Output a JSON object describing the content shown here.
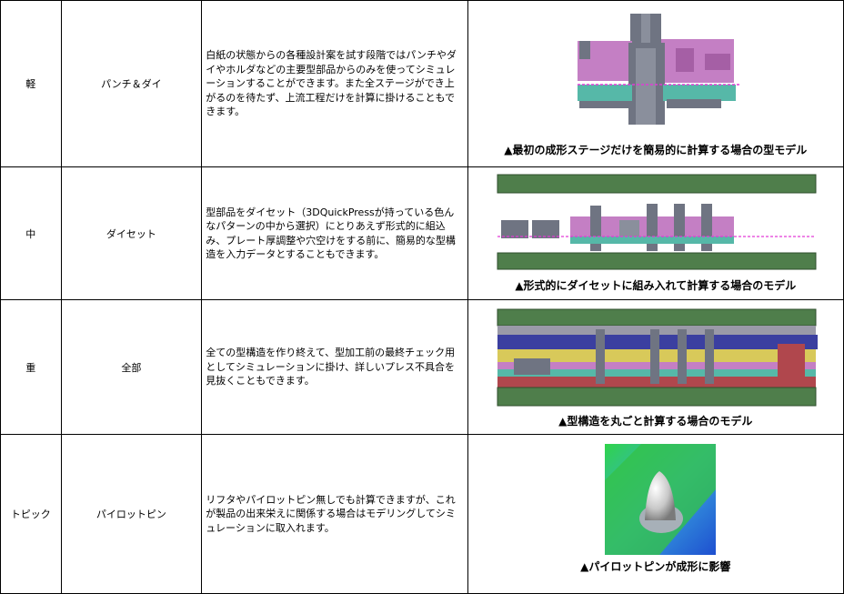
{
  "rows": [
    {
      "level": "軽",
      "scope": "パンチ＆ダイ",
      "description": "白紙の状態からの各種設計案を試す段階ではパンチやダイやホルダなどの主要型部品からのみを使ってシミュレーションすることができます。また全ステージができ上がるのを待たず、上流工程だけを計算に掛けることもできます。",
      "caption": "▲最初の成形ステージだけを簡易的に計算する場合の型モデル"
    },
    {
      "level": "中",
      "scope": "ダイセット",
      "description": "型部品をダイセット（3DQuickPressが持っている色んなパターンの中から選択）にとりあえず形式的に組込み、プレート厚調整や穴空けをする前に、簡易的な型構造を入力データとすることもできます。",
      "caption": "▲形式的にダイセットに組み入れて計算する場合のモデル"
    },
    {
      "level": "重",
      "scope": "全部",
      "description": "全ての型構造を作り終えて、型加工前の最終チェック用としてシミュレーションに掛け、詳しいプレス不具合を見抜くこともできます。",
      "caption": "▲型構造を丸ごと計算する場合のモデル"
    },
    {
      "level": "トピック",
      "scope": "パイロットピン",
      "description": "リフタやパイロットピン無しでも計算できますが、これが製品の出来栄えに関係する場合はモデリングしてシミュレーションに取入れます。",
      "caption": "▲パイロットピンが成形に影響"
    }
  ],
  "colors": {
    "purple": "#c47fc4",
    "teal": "#56b8a8",
    "gray": "#6f7482",
    "green": "#4f7e4b",
    "navy": "#3b3fa0",
    "yellow": "#d8c95a",
    "red": "#b0474d",
    "magenta_line": "#e23ad6"
  }
}
